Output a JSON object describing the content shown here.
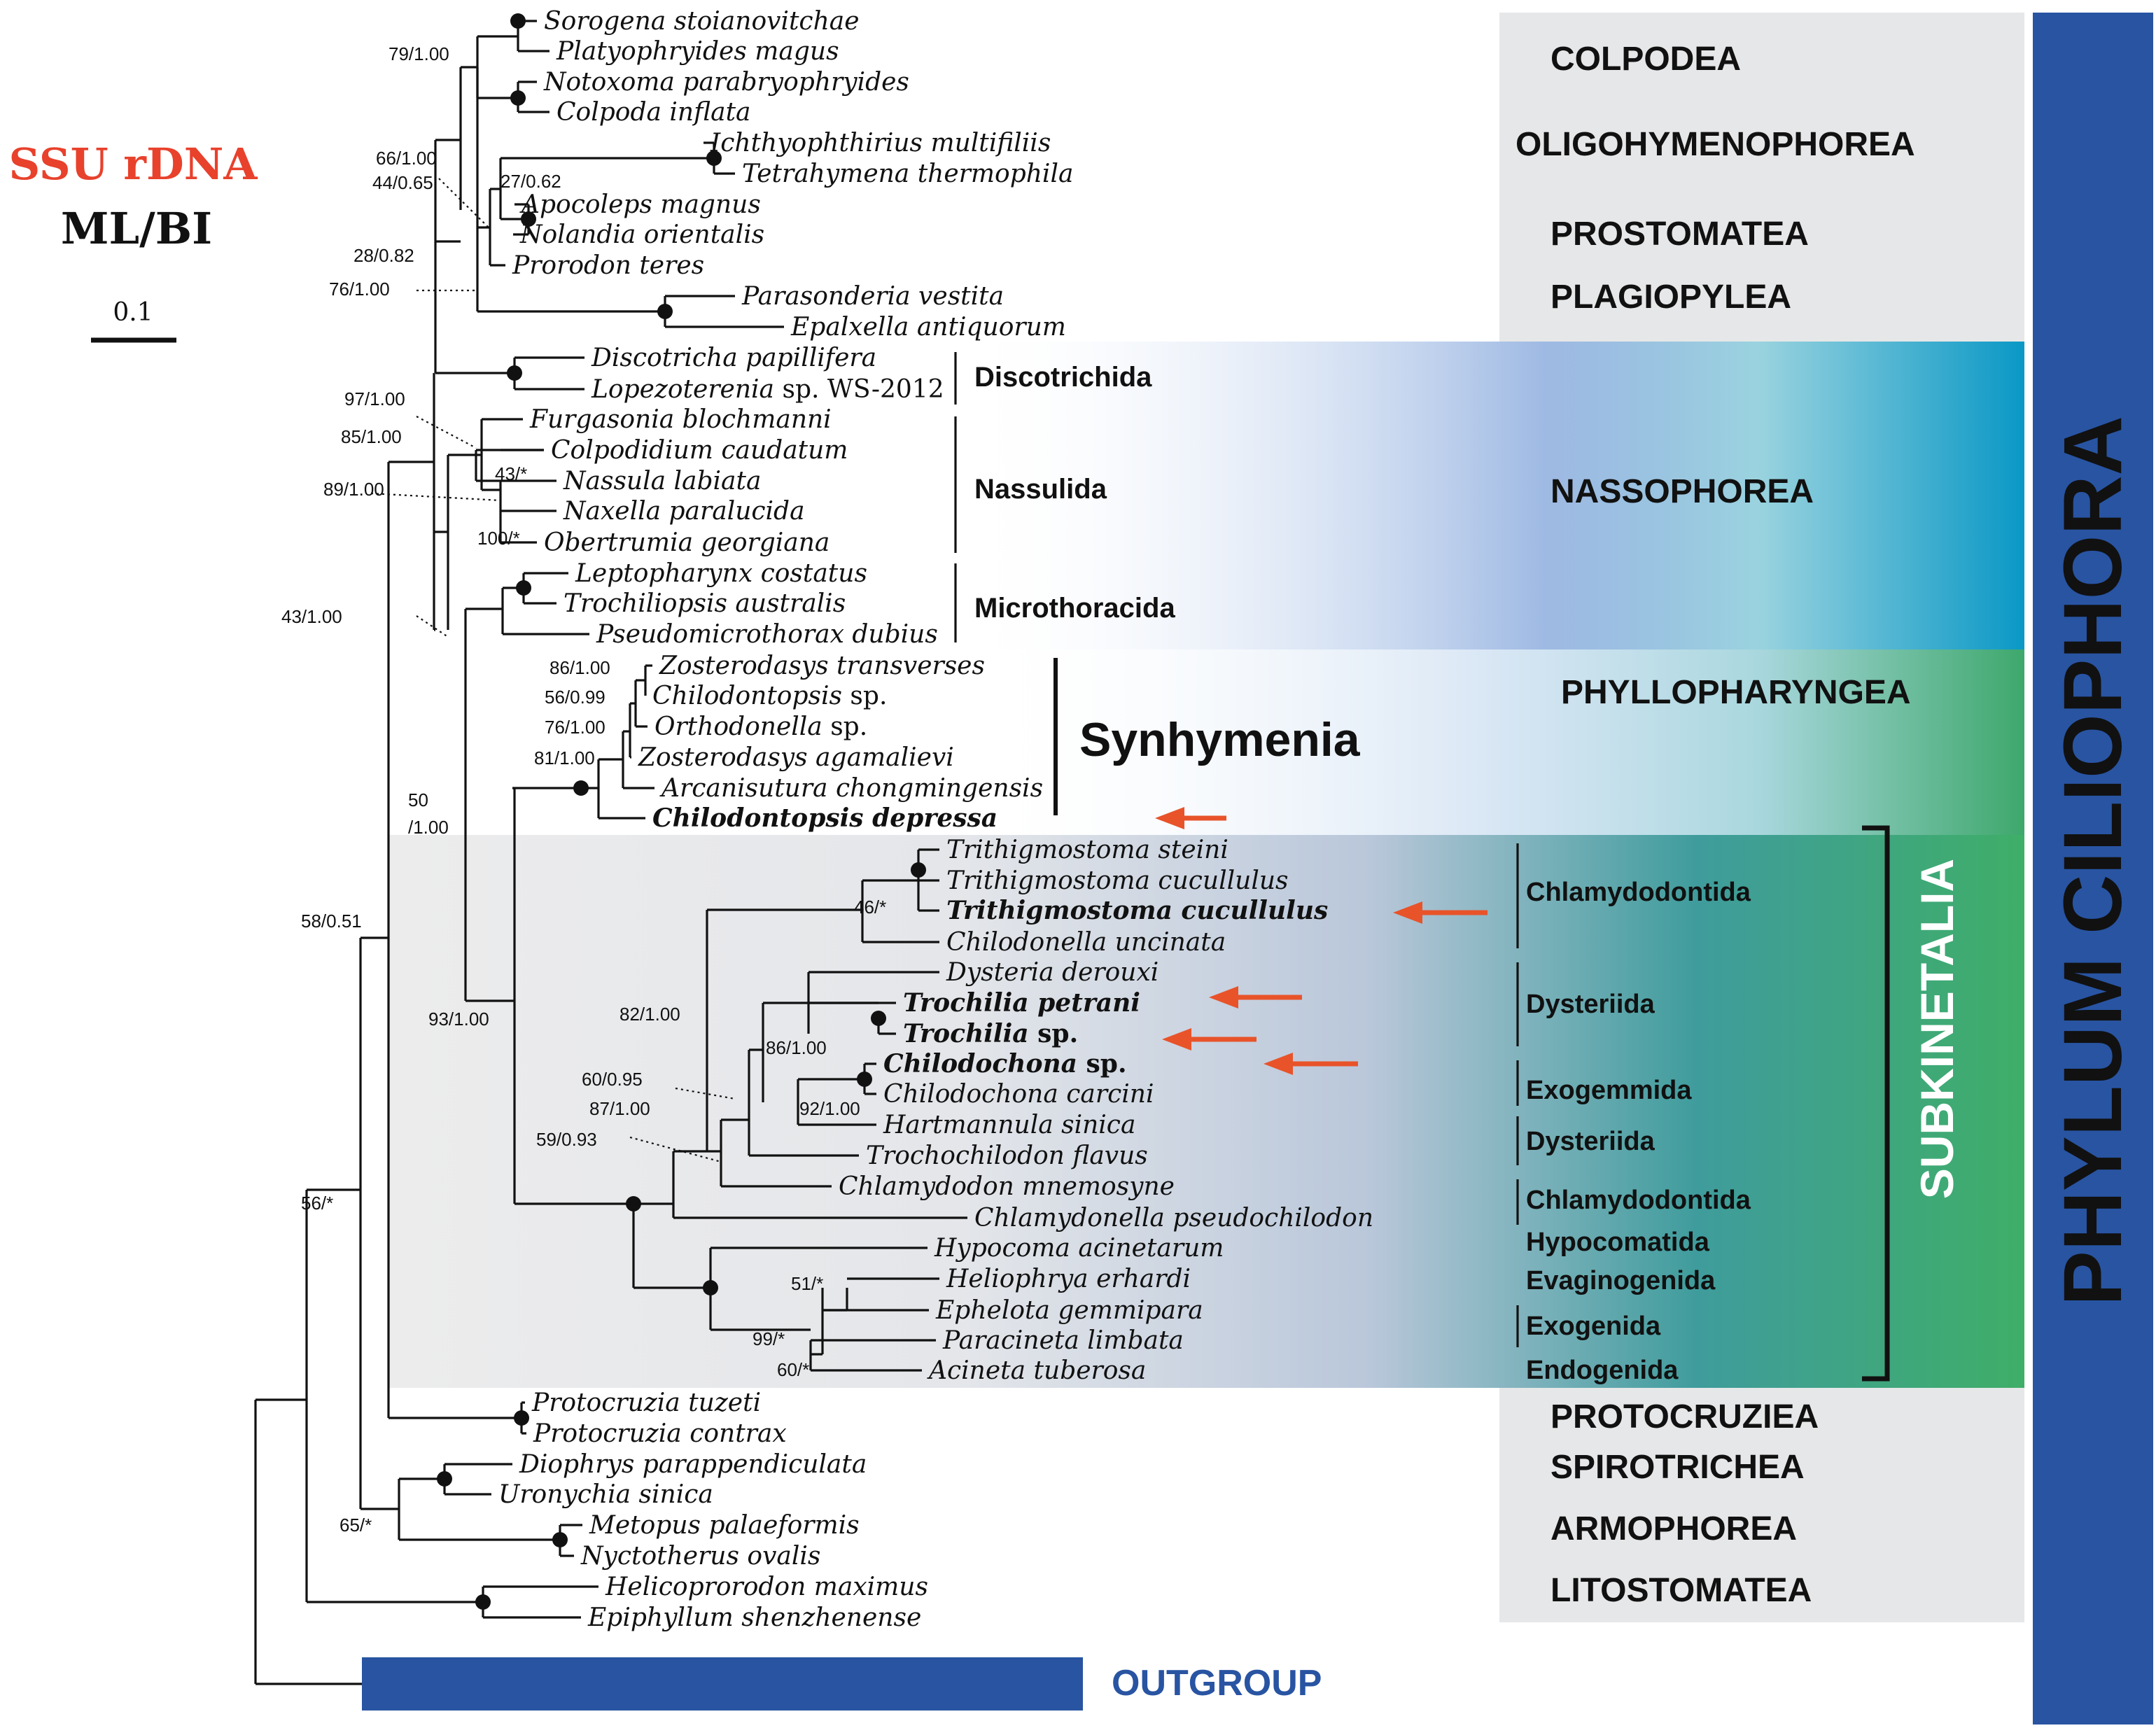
{
  "legend": {
    "title": "SSU rDNA",
    "method": "ML/BI",
    "scale_value": "0.1",
    "title_color": "#e8412c"
  },
  "phylum_label": "PHYLUM CILIOPHORA",
  "subkinetalia_label": "SUBKINETALIA",
  "outgroup_label": "OUTGROUP",
  "colors": {
    "phylum_bar": "#2854a2",
    "class_box_grey": "#e6e7e8",
    "nassophorea": "#0098c8",
    "phyllopharyngea_green": "#3fa86b",
    "shading_blue": "#6f92d6",
    "subkinetalia_grey": "#ebebeb",
    "arrow": "#e8532a",
    "outgroup_bar": "#2854a2"
  },
  "taxa": [
    {
      "name": "Sorogena stoianovitchae"
    },
    {
      "name": "Platyophryides magus"
    },
    {
      "name": "Notoxoma parabryophryides"
    },
    {
      "name": "Colpoda inflata"
    },
    {
      "name": "Ichthyophthirius multifiliis"
    },
    {
      "name": "Tetrahymena thermophila"
    },
    {
      "name": "Apocoleps magnus"
    },
    {
      "name": "Nolandia orientalis"
    },
    {
      "name": "Prorodon teres"
    },
    {
      "name": "Parasonderia vestita"
    },
    {
      "name": "Epalxella antiquorum"
    },
    {
      "name": "Discotricha papillifera"
    },
    {
      "name": "Lopezoterenia",
      "suffix": " sp. WS-2012"
    },
    {
      "name": "Furgasonia blochmanni"
    },
    {
      "name": "Colpodidium caudatum"
    },
    {
      "name": "Nassula labiata"
    },
    {
      "name": "Naxella paralucida"
    },
    {
      "name": "Obertrumia georgiana"
    },
    {
      "name": "Leptopharynx costatus"
    },
    {
      "name": "Trochiliopsis australis"
    },
    {
      "name": "Pseudomicrothorax dubius"
    },
    {
      "name": "Zosterodasys transverses"
    },
    {
      "name": "Chilodontopsis",
      "suffix": " sp."
    },
    {
      "name": "Orthodonella",
      "suffix": " sp."
    },
    {
      "name": "Zosterodasys agamalievi"
    },
    {
      "name": "Arcanisutura chongmingensis"
    },
    {
      "name": "Chilodontopsis depressa",
      "bold": true
    },
    {
      "name": "Trithigmostoma steini"
    },
    {
      "name": "Trithigmostoma cucullulus"
    },
    {
      "name": "Trithigmostoma cucullulus",
      "bold": true
    },
    {
      "name": "Chilodonella uncinata"
    },
    {
      "name": "Dysteria derouxi"
    },
    {
      "name": "Trochilia petrani",
      "bold": true
    },
    {
      "name": "Trochilia",
      "suffix": " sp.",
      "bold": true
    },
    {
      "name": "Chilodochona",
      "suffix": " sp.",
      "bold": true
    },
    {
      "name": "Chilodochona carcini"
    },
    {
      "name": "Hartmannula sinica"
    },
    {
      "name": "Trochochilodon flavus"
    },
    {
      "name": "Chlamydodon mnemosyne"
    },
    {
      "name": "Chlamydonella pseudochilodon"
    },
    {
      "name": "Hypocoma acinetarum"
    },
    {
      "name": "Heliophrya erhardi"
    },
    {
      "name": "Ephelota gemmipara"
    },
    {
      "name": "Paracineta limbata"
    },
    {
      "name": "Acineta tuberosa"
    },
    {
      "name": "Protocruzia tuzeti"
    },
    {
      "name": "Protocruzia contrax"
    },
    {
      "name": "Diophrys parappendiculata"
    },
    {
      "name": "Uronychia sinica"
    },
    {
      "name": "Metopus palaeformis"
    },
    {
      "name": "Nyctotherus ovalis"
    },
    {
      "name": "Helicoprorodon maximus"
    },
    {
      "name": "Epiphyllum shenzhenense"
    }
  ],
  "support_values": [
    "79/1.00",
    "66/1.00",
    "44/0.65",
    "27/0.62",
    "28/0.82",
    "76/1.00",
    "97/1.00",
    "85/1.00",
    "43/*",
    "89/1.00",
    "100/*",
    "43/1.00",
    "86/1.00",
    "56/0.99",
    "76/1.00",
    "81/1.00",
    "50",
    "/1.00",
    "58/0.51",
    "46/*",
    "82/1.00",
    "93/1.00",
    "86/1.00",
    "60/0.95",
    "87/1.00",
    "92/1.00",
    "59/0.93",
    "51/*",
    "99/*",
    "60/*",
    "56/*",
    "65/*"
  ],
  "classes": [
    "COLPODEA",
    "OLIGOHYMENOPHOREA",
    "PROSTOMATEA",
    "PLAGIOPYLEA",
    "NASSOPHOREA",
    "PHYLLOPHARYNGEA",
    "PROTOCRUZIEA",
    "SPIROTRICHEA",
    "ARMOPHOREA",
    "LITOSTOMATEA"
  ],
  "orders": [
    "Discotrichida",
    "Nassulida",
    "Microthoracida"
  ],
  "synhymenia_label": "Synhymenia",
  "subkinetalia_orders": [
    "Chlamydodontida",
    "Dysteriida",
    "Exogemmida",
    "Dysteriida",
    "Chlamydodontida",
    "Hypocomatida",
    "Evaginogenida",
    "Exogenida",
    "Endogenida"
  ]
}
